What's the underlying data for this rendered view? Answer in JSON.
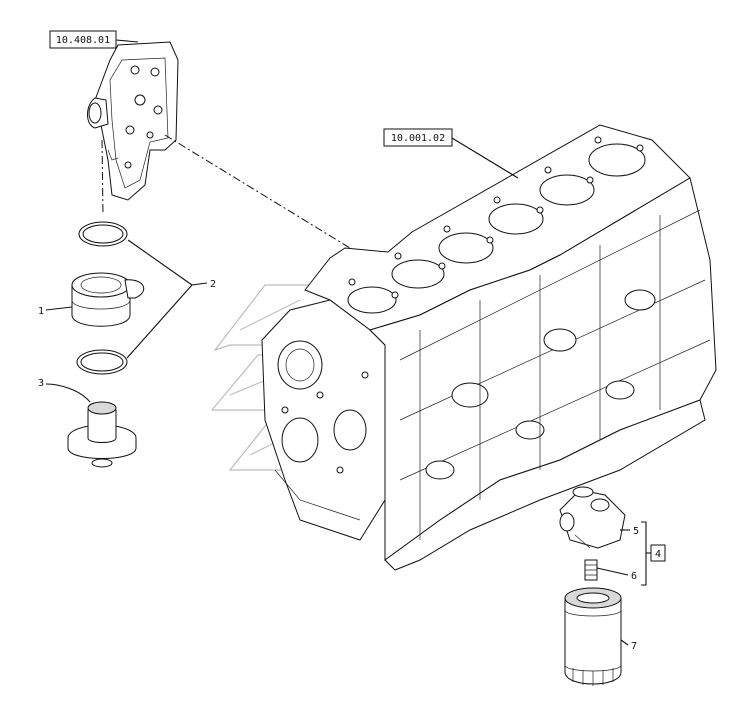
{
  "references": {
    "ref_top": "10.408.01",
    "ref_block": "10.001.02"
  },
  "callouts": {
    "c1": "1",
    "c2": "2",
    "c3": "3",
    "c4": "4",
    "c5": "5",
    "c6": "6",
    "c7": "7"
  },
  "colors": {
    "ink": "#111111",
    "shade": "#d9d9d9",
    "watermark": "#bdbdbd"
  }
}
